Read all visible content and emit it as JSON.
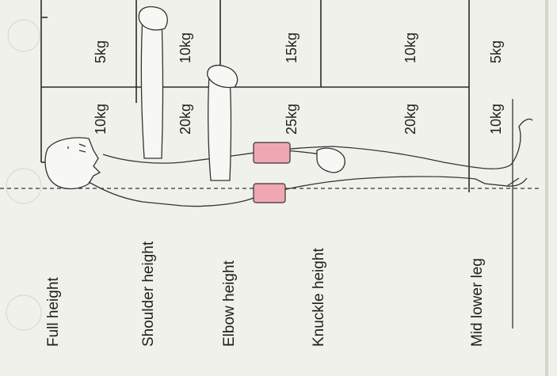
{
  "zones": [
    {
      "id": "full-height",
      "label": "Full height"
    },
    {
      "id": "shoulder-height",
      "label": "Shoulder height"
    },
    {
      "id": "elbow-height",
      "label": "Elbow height"
    },
    {
      "id": "knuckle-height",
      "label": "Knuckle height"
    },
    {
      "id": "mid-lower-leg",
      "label": "Mid lower leg"
    }
  ],
  "weights": {
    "arm_extended": [
      "5kg",
      "10kg",
      "15kg",
      "10kg",
      "5kg"
    ],
    "close_to_body": [
      "10kg",
      "20kg",
      "25kg",
      "20kg",
      "10kg"
    ]
  },
  "colors": {
    "background": "#f1f1ec",
    "pad_highlight": "#f0a7b4",
    "line": "#2a2a2a"
  }
}
